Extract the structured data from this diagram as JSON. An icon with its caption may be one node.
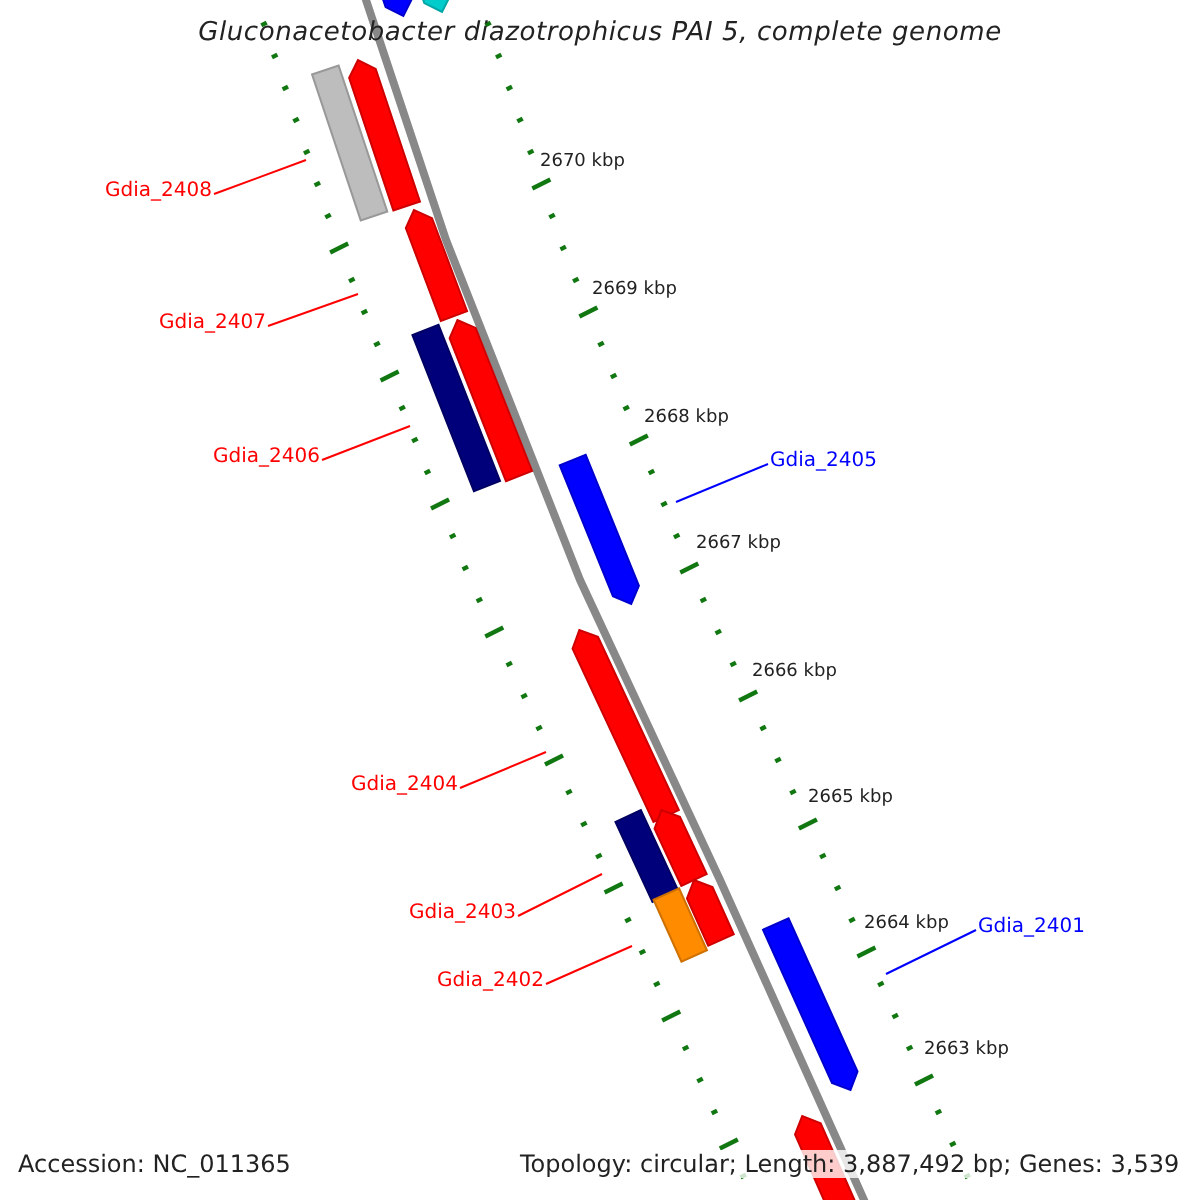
{
  "diagram": {
    "title": "Gluconacetobacter diazotrophicus PAI 5, complete genome",
    "nodes": [
      {
        "text": [
          "Gdia_2408"
        ]
      },
      {
        "text": [
          "Gdia_2407"
        ]
      },
      {
        "text": [
          "Gdia_2406"
        ]
      },
      {
        "text": [
          "Gdia_2405"
        ]
      },
      {
        "text": [
          "Gdia_2404"
        ]
      },
      {
        "text": [
          "Gdia_2403"
        ]
      },
      {
        "text": [
          "Gdia_2401"
        ]
      },
      {
        "text": [
          "Gdia_2402"
        ]
      }
    ],
    "edges": [
      {
        "from": 0,
        "to": null,
        "arrow": "none"
      },
      {
        "from": 1,
        "to": null,
        "arrow": "none"
      },
      {
        "from": 2,
        "to": null,
        "arrow": "none"
      },
      {
        "from": 3,
        "to": null,
        "arrow": "none",
        "color": "#0000ff"
      },
      {
        "from": 4,
        "to": null,
        "arrow": "none"
      },
      {
        "from": 5,
        "to": null,
        "arrow": "none"
      },
      {
        "from": 6,
        "to": null,
        "arrow": "none",
        "color": "#0000ff"
      },
      {
        "from": 7,
        "to": null,
        "arrow": "none"
      }
    ],
    "labels": [
      "2670 kbp",
      "2669 kbp",
      "2668 kbp",
      "2667 kbp",
      "2666 kbp",
      "2665 kbp",
      "2664 kbp",
      "2663 kbp",
      "Accession: NC_011365",
      "Topology: circular; Length: 3,887,492 bp; Genes: 3,539"
    ]
  }
}
